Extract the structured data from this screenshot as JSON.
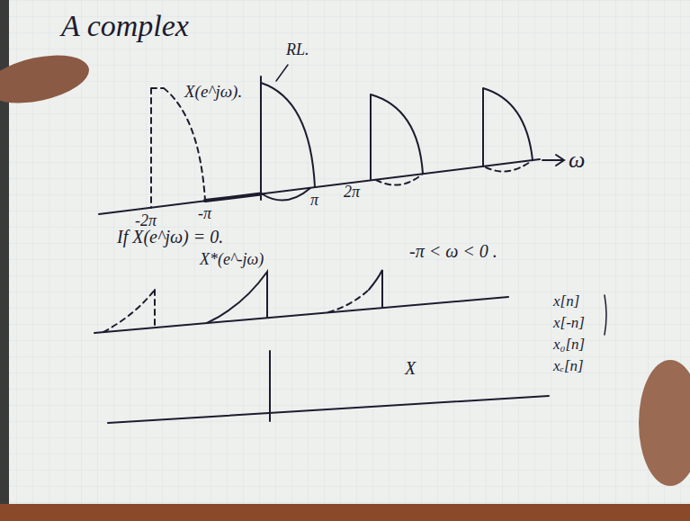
{
  "diagram": {
    "labels": [
      "A complex",
      "X(e^jω).",
      "RL.",
      "-2π",
      "-π",
      "π",
      "2π",
      "ω",
      "If X(e^jω) = 0.",
      "-π < ω < 0 .",
      "X*(e^-jω)",
      "X",
      "x[n]",
      "x[-n]",
      "x₀[n]",
      "xₑ[n]"
    ]
  }
}
